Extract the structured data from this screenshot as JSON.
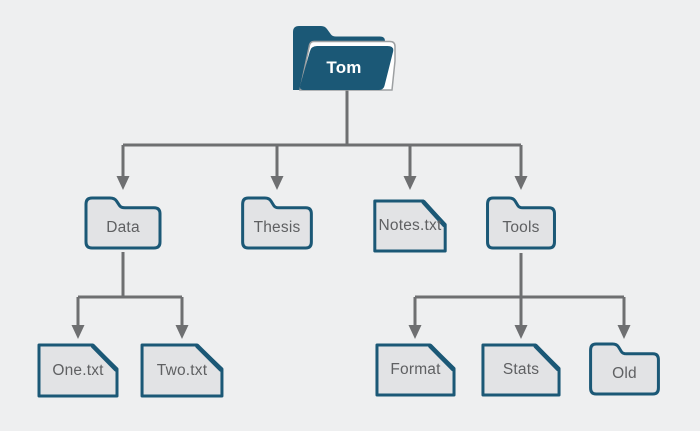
{
  "diagram": {
    "description": "File system hierarchy tree",
    "colors": {
      "background": "#eeeff0",
      "folder_accent": "#1b5876",
      "node_fill": "#e2e3e5",
      "label_text": "#5f6062",
      "root_label_text": "#ffffff",
      "connector": "#6e6f71",
      "paper_outline": "#9da0a2"
    }
  },
  "tree": {
    "root": {
      "label": "Tom",
      "type": "open-folder"
    },
    "children": [
      {
        "label": "Data",
        "type": "folder",
        "children": [
          {
            "label": "One.txt",
            "type": "file"
          },
          {
            "label": "Two.txt",
            "type": "file"
          }
        ]
      },
      {
        "label": "Thesis",
        "type": "folder"
      },
      {
        "label": "Notes.txt",
        "type": "file"
      },
      {
        "label": "Tools",
        "type": "folder",
        "children": [
          {
            "label": "Format",
            "type": "file"
          },
          {
            "label": "Stats",
            "type": "file"
          },
          {
            "label": "Old",
            "type": "folder"
          }
        ]
      }
    ]
  }
}
